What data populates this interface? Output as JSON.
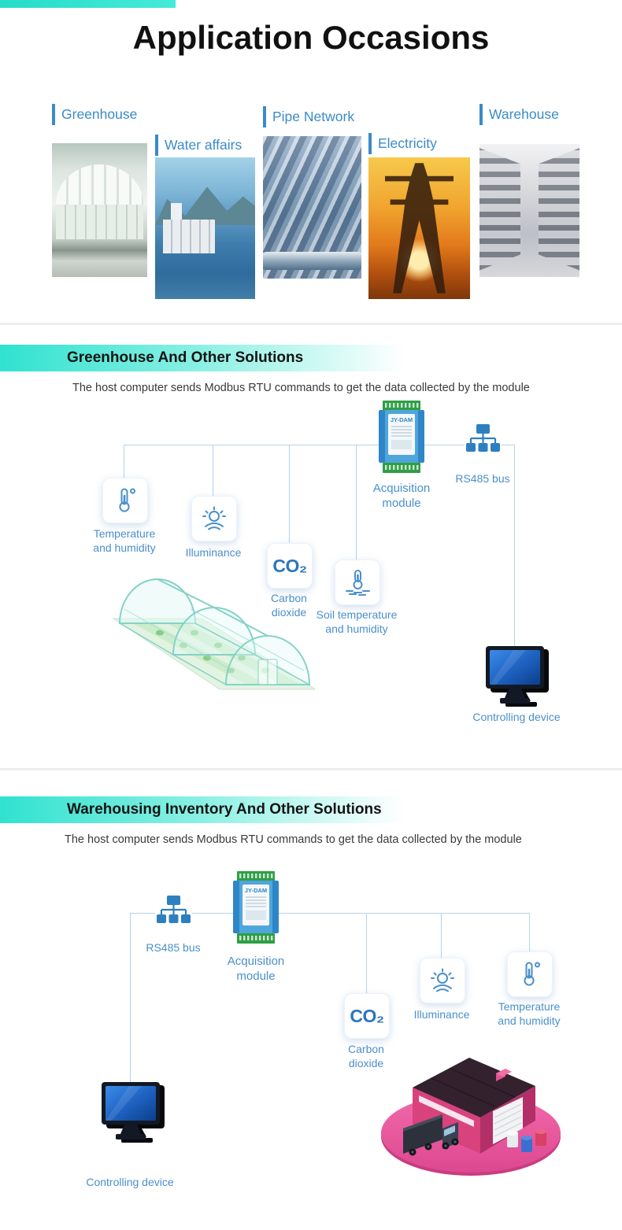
{
  "page": {
    "title": "Application Occasions"
  },
  "colors": {
    "accent_teal": "#30e2d0",
    "label_blue": "#3a8bc8",
    "sensor_blue": "#4a8fcb",
    "connector_blue": "#b5d3ea",
    "co2_blue": "#2b76ba"
  },
  "applications": {
    "items": [
      {
        "label": "Greenhouse"
      },
      {
        "label": "Water affairs"
      },
      {
        "label": "Pipe Network"
      },
      {
        "label": "Electricity"
      },
      {
        "label": "Warehouse"
      }
    ]
  },
  "solution1": {
    "header": "Greenhouse And Other Solutions",
    "subtitle": "The host computer sends Modbus RTU commands to get the data collected by the module",
    "device_label": "JY-DAM",
    "labels": {
      "acquisition": "Acquisition module",
      "rs485": "RS485 bus",
      "temperature": "Temperature and humidity",
      "illuminance": "Illuminance",
      "co2_symbol": "CO₂",
      "co2": "Carbon dioxide",
      "soil": "Soil temperature and humidity",
      "controlling": "Controlling device"
    }
  },
  "solution2": {
    "header": "Warehousing Inventory And Other Solutions",
    "subtitle": "The host computer sends Modbus RTU commands to get the data collected by the module",
    "device_label": "JY-DAM",
    "labels": {
      "rs485": "RS485 bus",
      "acquisition": "Acquisition module",
      "co2_symbol": "CO₂",
      "co2": "Carbon dioxide",
      "illuminance": "Illuminance",
      "temperature": "Temperature and humidity",
      "controlling": "Controlling device"
    }
  }
}
